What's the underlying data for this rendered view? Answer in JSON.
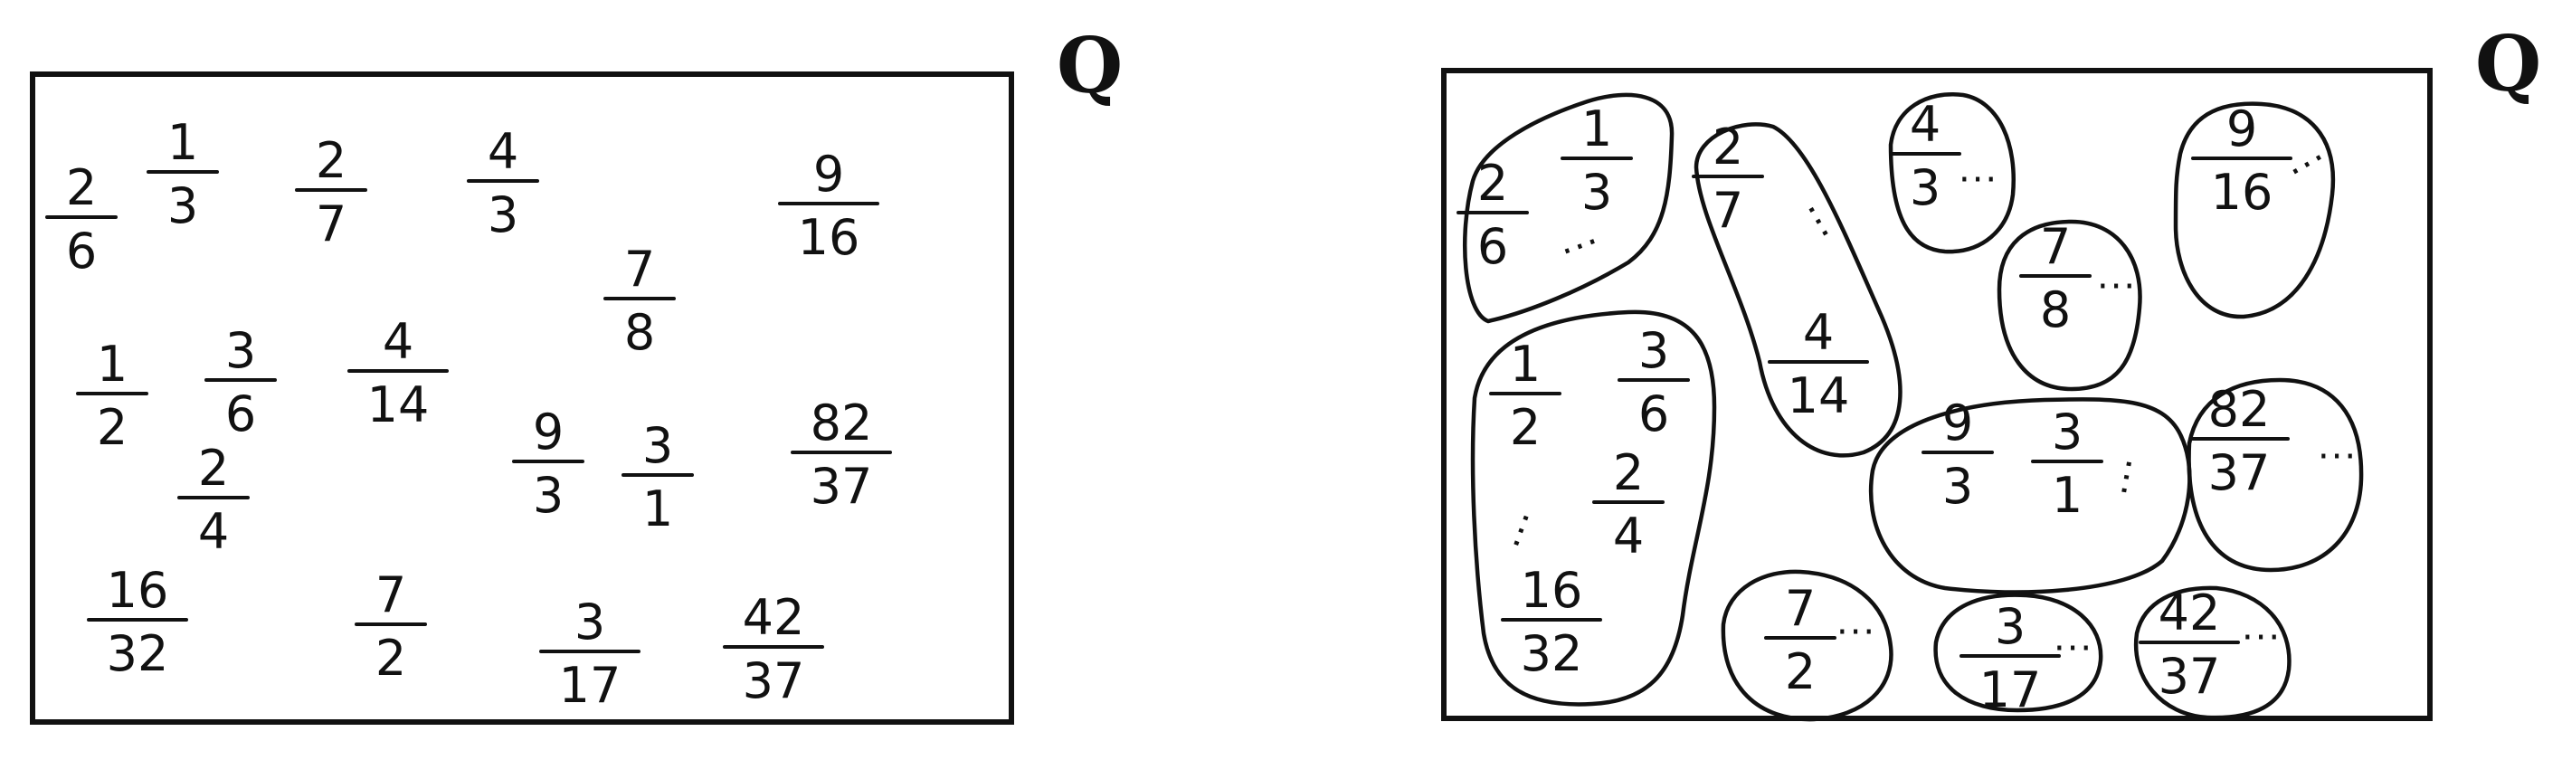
{
  "set_label": "Q",
  "ellipsis": "···",
  "left_panel": {
    "fractions": [
      {
        "num": "1",
        "den": "3"
      },
      {
        "num": "2",
        "den": "6"
      },
      {
        "num": "2",
        "den": "7"
      },
      {
        "num": "4",
        "den": "3"
      },
      {
        "num": "9",
        "den": "16"
      },
      {
        "num": "7",
        "den": "8"
      },
      {
        "num": "4",
        "den": "14"
      },
      {
        "num": "1",
        "den": "2"
      },
      {
        "num": "3",
        "den": "6"
      },
      {
        "num": "2",
        "den": "4"
      },
      {
        "num": "9",
        "den": "3"
      },
      {
        "num": "3",
        "den": "1"
      },
      {
        "num": "82",
        "den": "37"
      },
      {
        "num": "16",
        "den": "32"
      },
      {
        "num": "7",
        "den": "2"
      },
      {
        "num": "3",
        "den": "17"
      },
      {
        "num": "42",
        "den": "37"
      }
    ]
  },
  "right_panel": {
    "classes": [
      {
        "members": [
          {
            "num": "1",
            "den": "3"
          },
          {
            "num": "2",
            "den": "6"
          }
        ]
      },
      {
        "members": [
          {
            "num": "2",
            "den": "7"
          },
          {
            "num": "4",
            "den": "14"
          }
        ]
      },
      {
        "members": [
          {
            "num": "4",
            "den": "3"
          }
        ]
      },
      {
        "members": [
          {
            "num": "9",
            "den": "16"
          }
        ]
      },
      {
        "members": [
          {
            "num": "7",
            "den": "8"
          }
        ]
      },
      {
        "members": [
          {
            "num": "1",
            "den": "2"
          },
          {
            "num": "3",
            "den": "6"
          },
          {
            "num": "2",
            "den": "4"
          },
          {
            "num": "16",
            "den": "32"
          }
        ]
      },
      {
        "members": [
          {
            "num": "9",
            "den": "3"
          },
          {
            "num": "3",
            "den": "1"
          }
        ]
      },
      {
        "members": [
          {
            "num": "82",
            "den": "37"
          }
        ]
      },
      {
        "members": [
          {
            "num": "7",
            "den": "2"
          }
        ]
      },
      {
        "members": [
          {
            "num": "3",
            "den": "17"
          }
        ]
      },
      {
        "members": [
          {
            "num": "42",
            "den": "37"
          }
        ]
      }
    ]
  }
}
